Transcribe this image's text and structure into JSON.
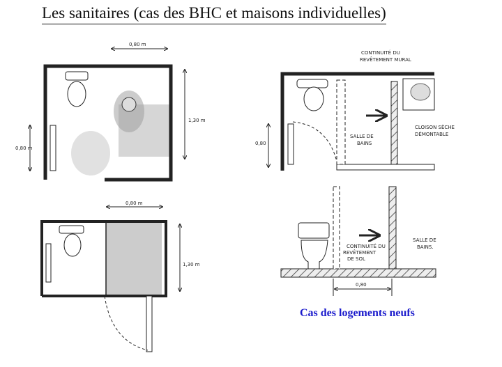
{
  "title": "Les sanitaires (cas des BHC et maisons individuelles)",
  "caption": "Cas des logements neufs",
  "plan1": {
    "dim_width": "0,80 m",
    "dim_height": "1,30 m",
    "dim_door": "0,80 m"
  },
  "plan2": {
    "dim_width": "0,80 m",
    "dim_height": "1,30 m"
  },
  "new_plan": {
    "label_wall": [
      "CONTINUITÉ DU",
      "REVÊTEMENT MURAL"
    ],
    "label_bath": [
      "SALLE DE",
      "BAINS"
    ],
    "label_partition": [
      "CLOISON SÈCHE",
      "DÉMONTABLE"
    ],
    "dim_door": "0,80"
  },
  "section": {
    "label_floor": [
      "CONTINUITÉ DU",
      "REVÊTEMENT",
      "DE SOL"
    ],
    "label_bath": [
      "SALLE DE",
      "BAINS."
    ],
    "dim_width": "0,80"
  },
  "colors": {
    "caption": "#1a1acc"
  }
}
